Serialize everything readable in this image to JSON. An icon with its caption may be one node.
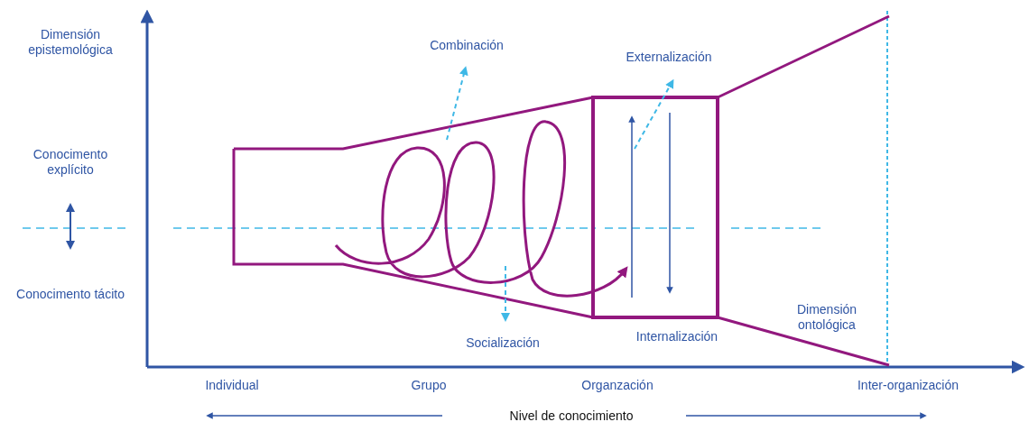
{
  "diagram": {
    "labels": [
      "Dimensión epistemológica",
      "Combinación",
      "Externalización",
      "Conocimento explícito",
      "Conocimento tácito",
      "Socialización",
      "Internalización",
      "Dimensión ontológica",
      "Individual",
      "Grupo",
      "Organzación",
      "Inter-organización",
      "Nivel de conocimiento"
    ]
  }
}
